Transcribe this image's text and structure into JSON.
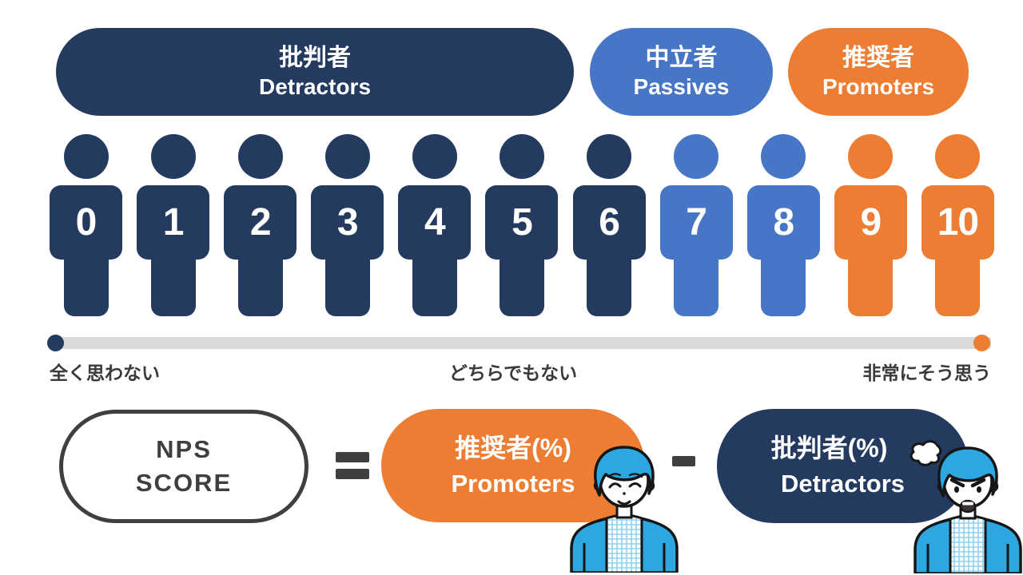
{
  "title": "NPS SCORE infographic",
  "colors": {
    "navy": "#243A5E",
    "blue": "#4876C6",
    "orange": "#EC7D33",
    "slider_track": "#D9D9D9",
    "dark_gray": "#3F3F3F",
    "character_blue": "#2EA7E0"
  },
  "legend": [
    {
      "jp": "批判者",
      "en": "Detractors",
      "color": "navy"
    },
    {
      "jp": "中立者",
      "en": "Passives",
      "color": "blue"
    },
    {
      "jp": "推奨者",
      "en": "Promoters",
      "color": "orange"
    }
  ],
  "scale": {
    "figures": [
      {
        "value": "0",
        "category": "detractor"
      },
      {
        "value": "1",
        "category": "detractor"
      },
      {
        "value": "2",
        "category": "detractor"
      },
      {
        "value": "3",
        "category": "detractor"
      },
      {
        "value": "4",
        "category": "detractor"
      },
      {
        "value": "5",
        "category": "detractor"
      },
      {
        "value": "6",
        "category": "detractor"
      },
      {
        "value": "7",
        "category": "passive"
      },
      {
        "value": "8",
        "category": "passive"
      },
      {
        "value": "9",
        "category": "promoter"
      },
      {
        "value": "10",
        "category": "promoter"
      }
    ],
    "slider_labels": {
      "left": "全く思わない",
      "middle": "どちらでもない",
      "right": "非常にそう思う"
    }
  },
  "formula": {
    "result": {
      "line1": "NPS",
      "line2": "SCORE"
    },
    "equals": "=",
    "promoters": {
      "jp": "推奨者(%)",
      "en": "Promoters"
    },
    "minus": "-",
    "detractors": {
      "jp": "批判者(%)",
      "en": "Detractors"
    }
  }
}
